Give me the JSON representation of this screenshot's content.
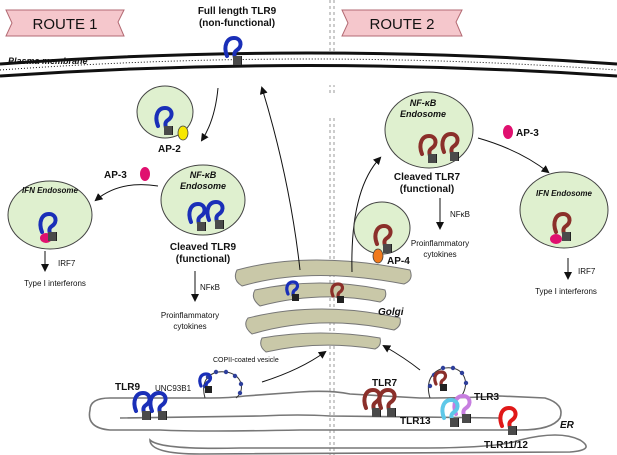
{
  "routes": {
    "route1": "ROUTE 1",
    "route2": "ROUTE 2"
  },
  "membrane": {
    "label": "Plasma membrane"
  },
  "full_tlr9": {
    "line1": "Full length TLR9",
    "line2": "(non-functional)"
  },
  "route1": {
    "ap2": "AP-2",
    "ap3": "AP-3",
    "nfkb_endosome_line1": "NF-κB",
    "nfkb_endosome_line2": "Endosome",
    "ifn_endosome": "IFN Endosome",
    "cleaved_line1": "Cleaved TLR9",
    "cleaved_line2": "(functional)",
    "irf7": "IRF7",
    "type1": "Type I interferons",
    "nfkb": "NFκB",
    "proinflam_line1": "Proinflammatory",
    "proinflam_line2": "cytokines"
  },
  "route2": {
    "nfkb_endosome_line1": "NF-κB",
    "nfkb_endosome_line2": "Endosome",
    "ap3": "AP-3",
    "ap4": "AP-4",
    "cleaved_line1": "Cleaved TLR7",
    "cleaved_line2": "(functional)",
    "nfkb": "NFκB",
    "proinflam_line1": "Proinflammatory",
    "proinflam_line2": "cytokines",
    "ifn_endosome": "IFN Endosome",
    "irf7": "IRF7",
    "type1": "Type I interferons"
  },
  "golgi": {
    "label": "Golgi"
  },
  "er": {
    "label": "ER",
    "tlr9": "TLR9",
    "unc93b1": "UNC93B1",
    "copii": "COPII-coated vesicle",
    "tlr7": "TLR7",
    "tlr3": "TLR3",
    "tlr13": "TLR13",
    "tlr1112": "TLR11/12"
  },
  "colors": {
    "tlr9": "#1a2fb8",
    "tlr7": "#8b2f2a",
    "tlr3": "#c77ee0",
    "tlr13": "#5ec8e8",
    "tlr1112": "#e01818",
    "endosome_fill": "#dff0cf",
    "golgi_fill": "#c9c8a8",
    "ap2": "#f7e700",
    "ap3": "#e0106f",
    "ap4": "#f07a1c",
    "banner": "#f5c7cc"
  }
}
